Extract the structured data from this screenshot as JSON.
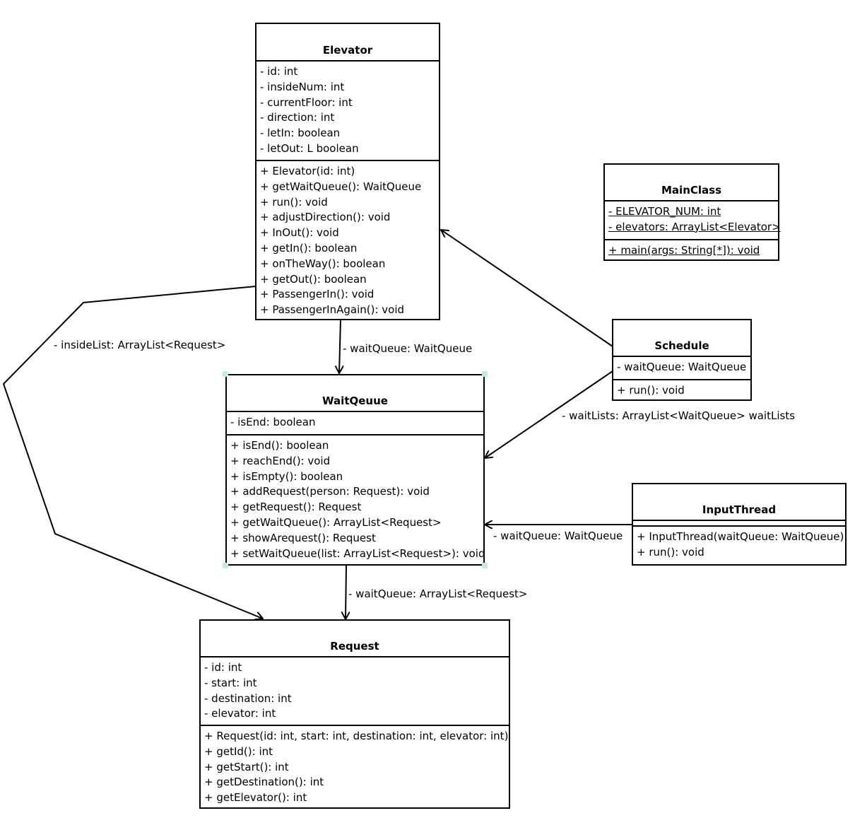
{
  "classes": {
    "elevator": {
      "name": "Elevator",
      "attributes": [
        "- id: int",
        "- insideNum: int",
        "- currentFloor: int",
        "- direction: int",
        "- letIn: boolean",
        "- letOut: L boolean"
      ],
      "operations": [
        "+ Elevator(id: int)",
        "+ getWaitQueue(): WaitQueue",
        "+ run(): void",
        "+ adjustDirection(): void",
        "+ InOut(): void",
        "+ getIn(): boolean",
        "+ onTheWay(): boolean",
        "+ getOut(): boolean",
        "+ PassengerIn(): void",
        "+ PassengerInAgain(): void"
      ]
    },
    "mainclass": {
      "name": "MainClass",
      "attributes": [
        "- ELEVATOR_NUM: int",
        "- elevators: ArrayList<Elevator>"
      ],
      "operations": [
        "+ main(args: String[*]): void"
      ]
    },
    "schedule": {
      "name": "Schedule",
      "attributes": [
        "- waitQueue: WaitQueue"
      ],
      "operations": [
        "+ run(): void"
      ]
    },
    "waitqueue": {
      "name": "WaitQeuue",
      "attributes": [
        "- isEnd: boolean"
      ],
      "operations": [
        "+ isEnd(): boolean",
        "+ reachEnd(): void",
        "+ isEmpty(): boolean",
        "+ addRequest(person: Request): void",
        "+ getRequest(): Request",
        "+ getWaitQueue(): ArrayList<Request>",
        "+ showArequest(): Request",
        "+ setWaitQueue(list: ArrayList<Request>): void"
      ]
    },
    "inputthread": {
      "name": "InputThread",
      "attributes": [],
      "operations": [
        "+ InputThread(waitQueue: WaitQueue)",
        "+ run(): void"
      ]
    },
    "request": {
      "name": "Request",
      "attributes": [
        "- id: int",
        "- start: int",
        "- destination: int",
        "- elevator: int"
      ],
      "operations": [
        "+ Request(id: int, start: int, destination: int, elevator: int)",
        "+ getId(): int",
        "+ getStart(): int",
        "+ getDestination(): int",
        "+ getElevator(): int"
      ]
    }
  },
  "associations": {
    "elevator_waitqueue": "- waitQueue: WaitQueue",
    "elevator_request": "- insideList: ArrayList<Request>",
    "schedule_waitqueue": "- waitLists: ArrayList<WaitQueue> waitLists",
    "inputthread_waitqueue": "- waitQueue: WaitQueue",
    "waitqueue_request": "- waitQueue: ArrayList<Request>"
  },
  "colors": {
    "line": "#000000",
    "selection_handle": "#c8e9dd"
  }
}
